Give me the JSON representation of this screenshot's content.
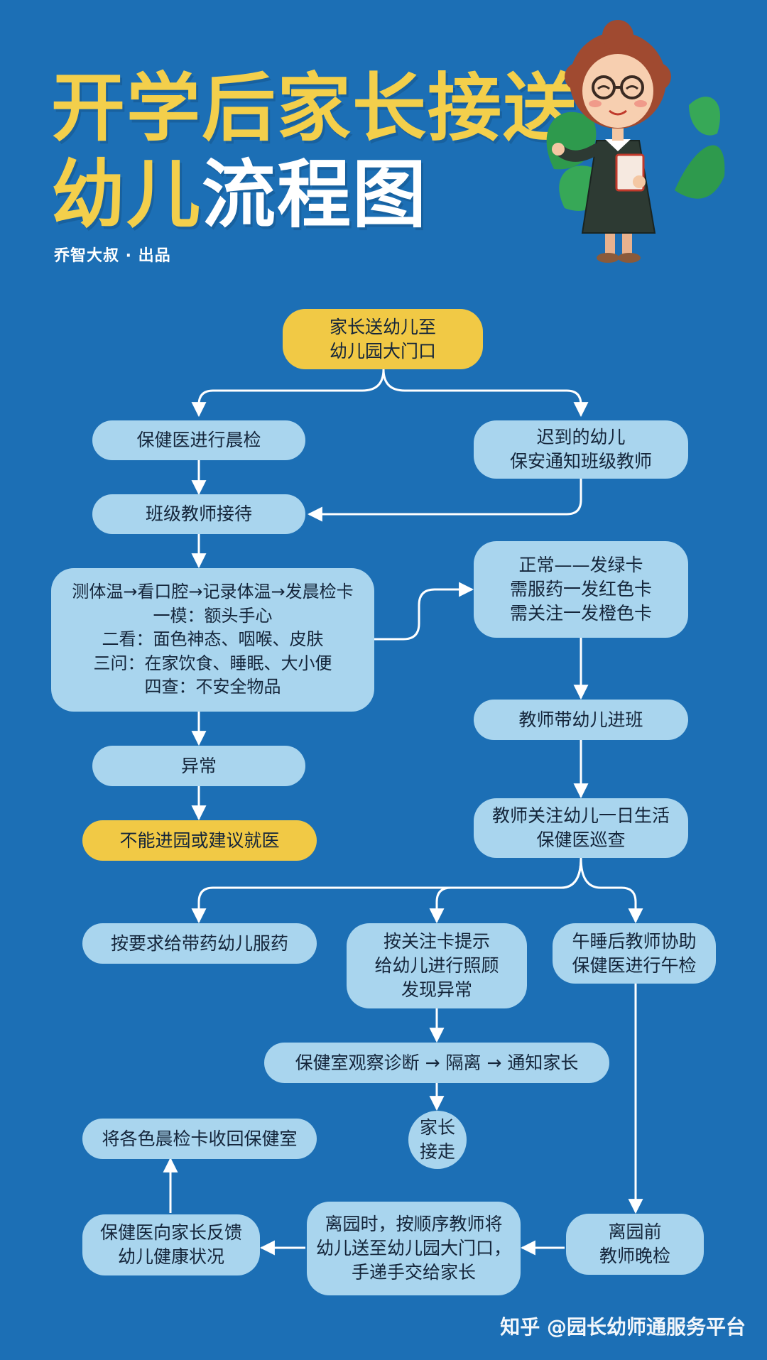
{
  "title": {
    "line1": "开学后家长接送",
    "line2_yellow": "幼儿",
    "line2_white": "流程图"
  },
  "credit": "乔智大叔 · 出品",
  "watermark": "知乎 @园长幼师通服务平台",
  "colors": {
    "background": "#1c6fb5",
    "node": "#a9d5ee",
    "highlight": "#f1c945",
    "title_yellow": "#f3cf4b",
    "connector": "#ffffff"
  },
  "nodes": {
    "start": "家长送幼儿至\n幼儿园大门口",
    "morning_check": "保健医进行晨检",
    "late": "迟到的幼儿\n保安通知班级教师",
    "teacher_receive": "班级教师接待",
    "procedure": "测体温→看口腔→记录体温→发晨检卡\n一模：额头手心\n二看：面色神态、咽喉、皮肤\n三问：在家饮食、睡眠、大小便\n四查：不安全物品",
    "cards": "正常——发绿卡\n需服药一发红色卡\n需关注一发橙色卡",
    "abnormal": "异常",
    "no_entry": "不能进园或建议就医",
    "to_class": "教师带幼儿进班",
    "daily_life": "教师关注幼儿一日生活\n保健医巡查",
    "medicine": "按要求给带药幼儿服药",
    "care_card": "按关注卡提示\n给幼儿进行照顾\n发现异常",
    "nap_check": "午睡后教师协助\n保健医进行午检",
    "observe": "保健室观察诊断 → 隔离 → 通知家长",
    "pickup": "家长\n接走",
    "collect_cards": "将各色晨检卡收回保健室",
    "feedback": "保健医向家长反馈\n幼儿健康状况",
    "handover": "离园时，按顺序教师将\n幼儿送至幼儿园大门口，\n手递手交给家长",
    "evening_check": "离园前\n教师晚检"
  }
}
